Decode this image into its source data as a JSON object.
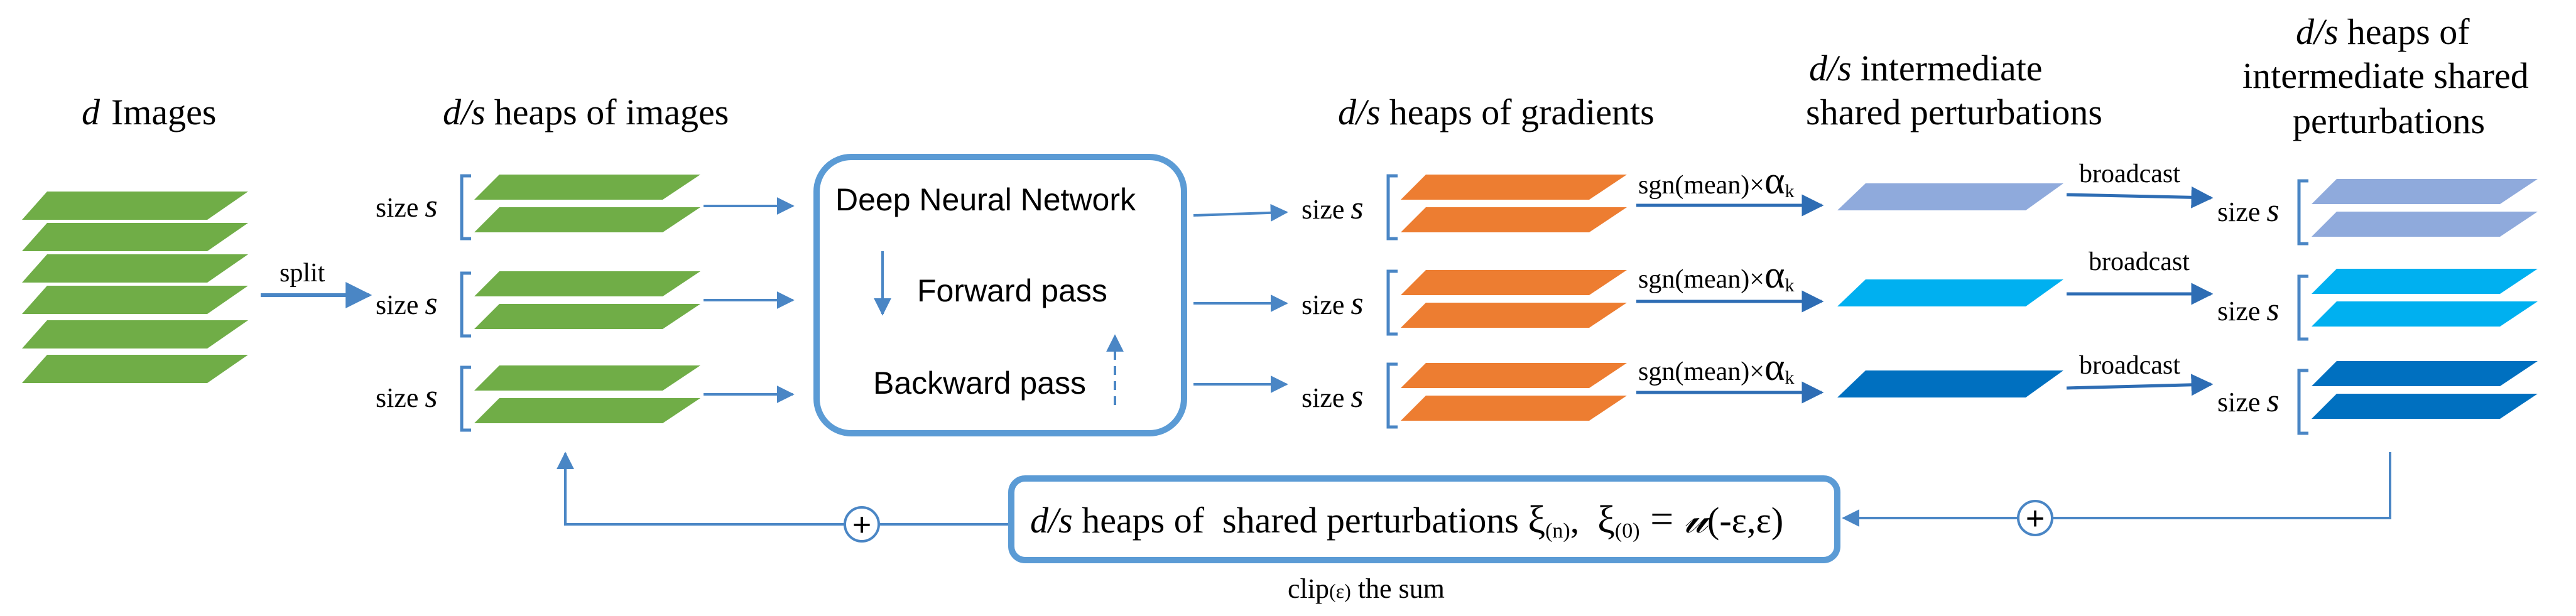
{
  "headers": {
    "d_images": {
      "var": "d",
      "text": "Images"
    },
    "heaps_images": {
      "var": "d/s",
      "text": "heaps of images"
    },
    "heaps_gradients": {
      "var": "d/s",
      "text": "heaps of gradients"
    },
    "intermediate": {
      "var": "d/s",
      "line1": "intermediate",
      "line2": "shared perturbations"
    },
    "heaps_intermediate": {
      "line1_var": "d/s",
      "line1": "heaps of",
      "line2": "intermediate shared",
      "line3": "perturbations"
    }
  },
  "labels": {
    "split": "split",
    "size_prefix": "size",
    "size_var": "s",
    "sgn": "sgn(mean)×",
    "alpha": "α",
    "alpha_sub": "k",
    "broadcast": "broadcast",
    "clip_a": "clip",
    "clip_b": "(ε)",
    "clip_c": " the sum",
    "plus": "+"
  },
  "dnn": {
    "title": "Deep Neural Network",
    "forward": "Forward pass",
    "backward": "Backward pass"
  },
  "bottom_box": {
    "var": "d/s",
    "text": " heaps of  shared perturbations ",
    "xi": "ξ",
    "sub_n": "(n)",
    "sep": ",  ",
    "sub_0": "(0)",
    "eq": " = ",
    "u": "𝓊",
    "args": "(-ε,ε)"
  },
  "colors": {
    "green": "#70ad47",
    "orange": "#ed7d31",
    "blue_light": "#8faadc",
    "cyan": "#00b0f0",
    "blue_dark": "#0070c0",
    "arrow": "#4a86c5",
    "box": "#5b9bd5",
    "bracket": "#4a86c5"
  }
}
